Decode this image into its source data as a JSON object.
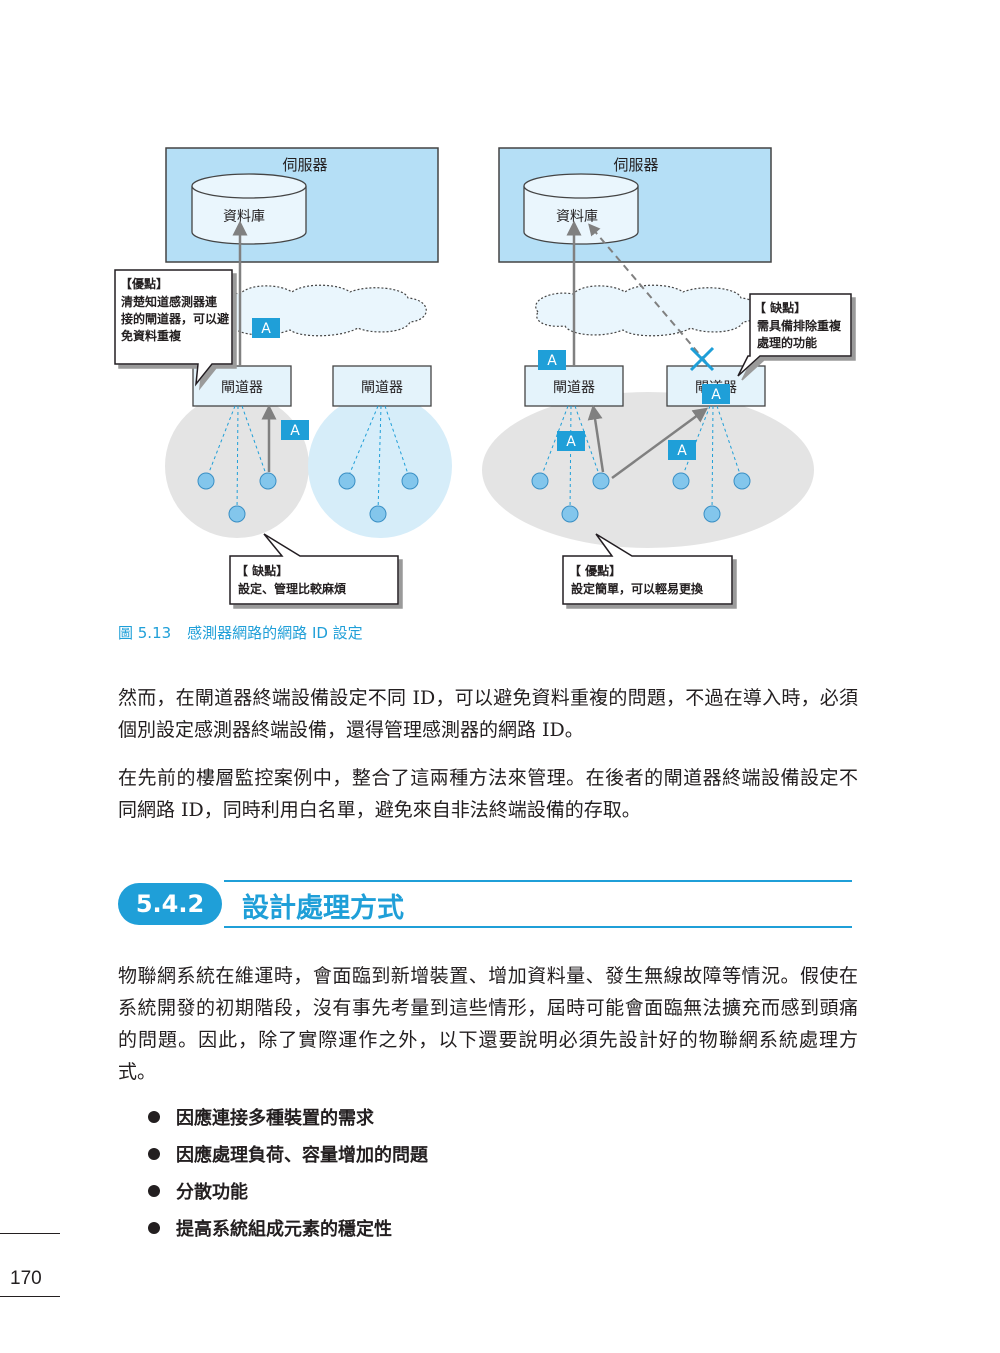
{
  "figure": {
    "left": {
      "server_label": "伺服器",
      "db_label": "資料庫",
      "gateway1": "閘道器",
      "gateway2": "閘道器",
      "callout_top": {
        "title": "【優點】",
        "lines": [
          "清楚知道感測器連",
          "接的閘道器，可以避",
          "免資料重複"
        ]
      },
      "callout_bottom": {
        "title": "【 缺點】",
        "lines": [
          "設定、管理比較麻煩"
        ]
      },
      "tag": "A"
    },
    "right": {
      "server_label": "伺服器",
      "db_label": "資料庫",
      "gateway1": "閘道器",
      "gateway2": "閘道器",
      "callout_top": {
        "title": "【 缺點】",
        "lines": [
          "需具備排除重複",
          "處理的功能"
        ]
      },
      "callout_bottom": {
        "title": "【 優點】",
        "lines": [
          "設定簡單，可以輕易更換"
        ]
      },
      "tag": "A"
    },
    "colors": {
      "server": "#b5dff6",
      "gateway": "#e4f3fb",
      "sensor": "#83c6ec",
      "accent": "#1f9fd8",
      "cross": "#1f9fd8"
    }
  },
  "caption": {
    "number": "圖 5.13",
    "text": "感測器網路的網路 ID 設定"
  },
  "paragraphs": [
    "然而，在閘道器終端設備設定不同 ID，可以避免資料重複的問題，不過在導入時，必須個別設定感測器終端設備，還得管理感測器的網路 ID。",
    "在先前的樓層監控案例中，整合了這兩種方法來管理。在後者的閘道器終端設備設定不同網路 ID，同時利用白名單，避免來自非法終端設備的存取。"
  ],
  "section": {
    "number": "5.4.2",
    "title": "設計處理方式"
  },
  "body": "物聯網系統在維運時，會面臨到新增裝置、增加資料量、發生無線故障等情況。假使在系統開發的初期階段，沒有事先考量到這些情形，屆時可能會面臨無法擴充而感到頭痛的問題。因此，除了實際運作之外，以下還要說明必須先設計好的物聯網系統處理方式。",
  "bullets": [
    "因應連接多種裝置的需求",
    "因應處理負荷、容量增加的問題",
    "分散功能",
    "提高系統組成元素的穩定性"
  ],
  "page_number": "170"
}
